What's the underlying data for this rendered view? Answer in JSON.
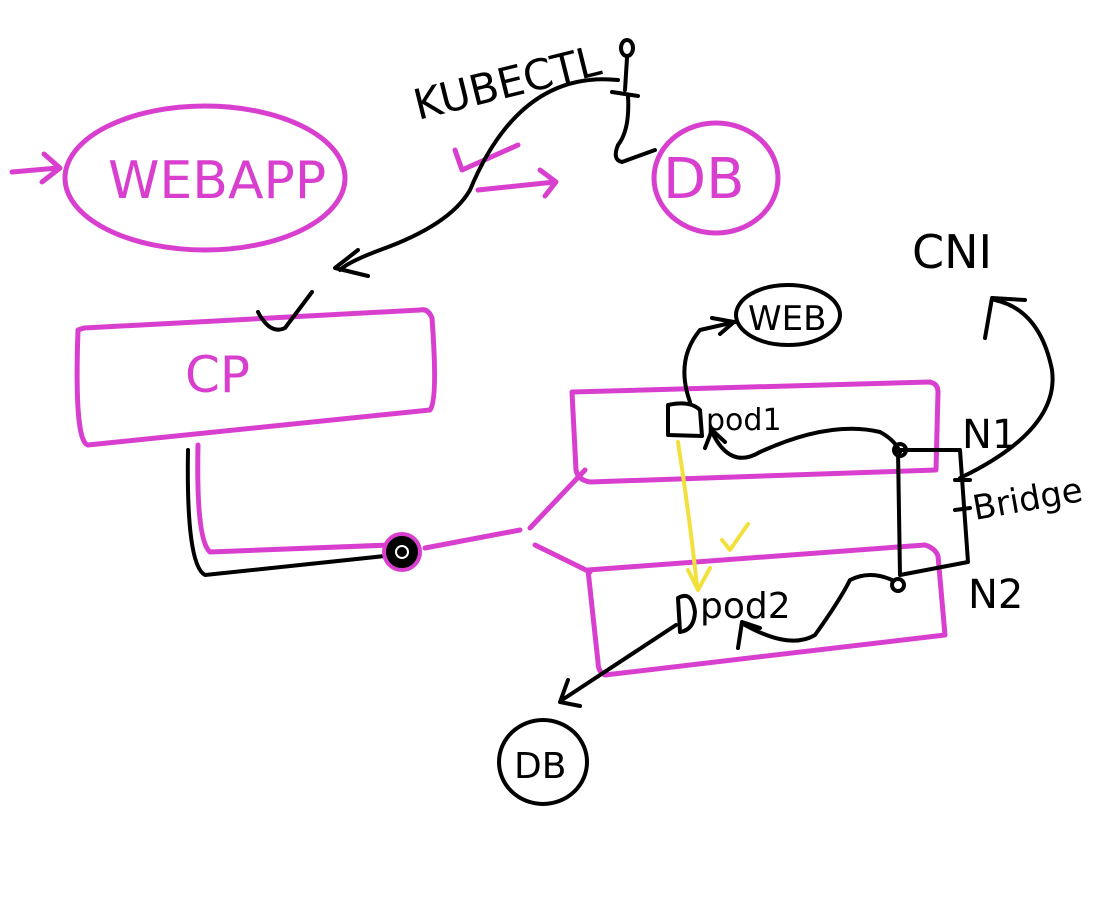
{
  "colors": {
    "pink": "#d93fcf",
    "ink": "#000000",
    "yellow": "#f2e13d",
    "background": "#ffffff"
  },
  "labels": {
    "webapp": "WEBAPP",
    "db_top": "DB",
    "kubectl": "KUBECTL",
    "cp": "CP",
    "web": "WEB",
    "pod1": "pod1",
    "pod2": "pod2",
    "n1": "N1",
    "n2": "N2",
    "bridge": "Bridge",
    "cni": "CNI",
    "db_bottom": "DB"
  }
}
